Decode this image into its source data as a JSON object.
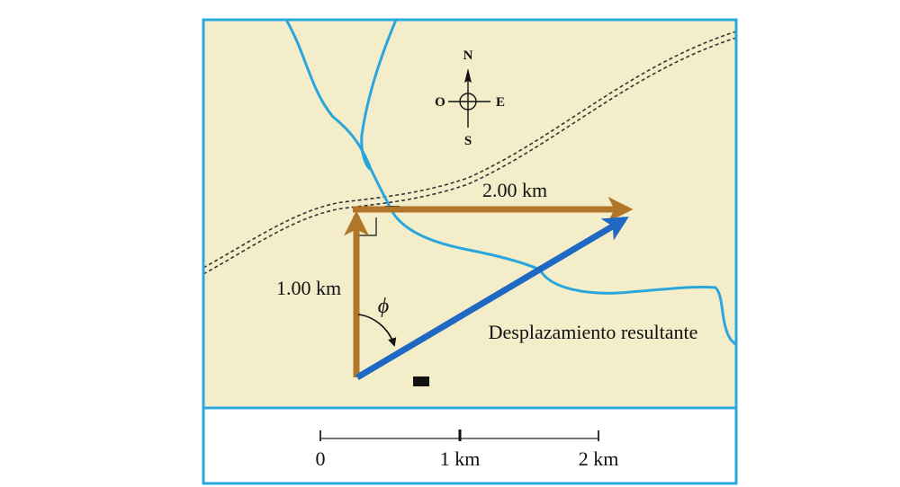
{
  "compass": {
    "north": "N",
    "south": "S",
    "east": "E",
    "west": "O"
  },
  "vectors": {
    "north_label": "1.00 km",
    "east_label": "2.00 km",
    "resultant_label": "Desplazamiento resultante",
    "angle_label": "ϕ"
  },
  "scale_bar": {
    "ticks": [
      "0",
      "1 km",
      "2 km"
    ]
  },
  "colors": {
    "map_fill": "#f3edc9",
    "border": "#29a9de",
    "river": "#2ba6dc",
    "component_vector": "#b0772a",
    "resultant_vector": "#1f68c4",
    "road": "#333333"
  }
}
